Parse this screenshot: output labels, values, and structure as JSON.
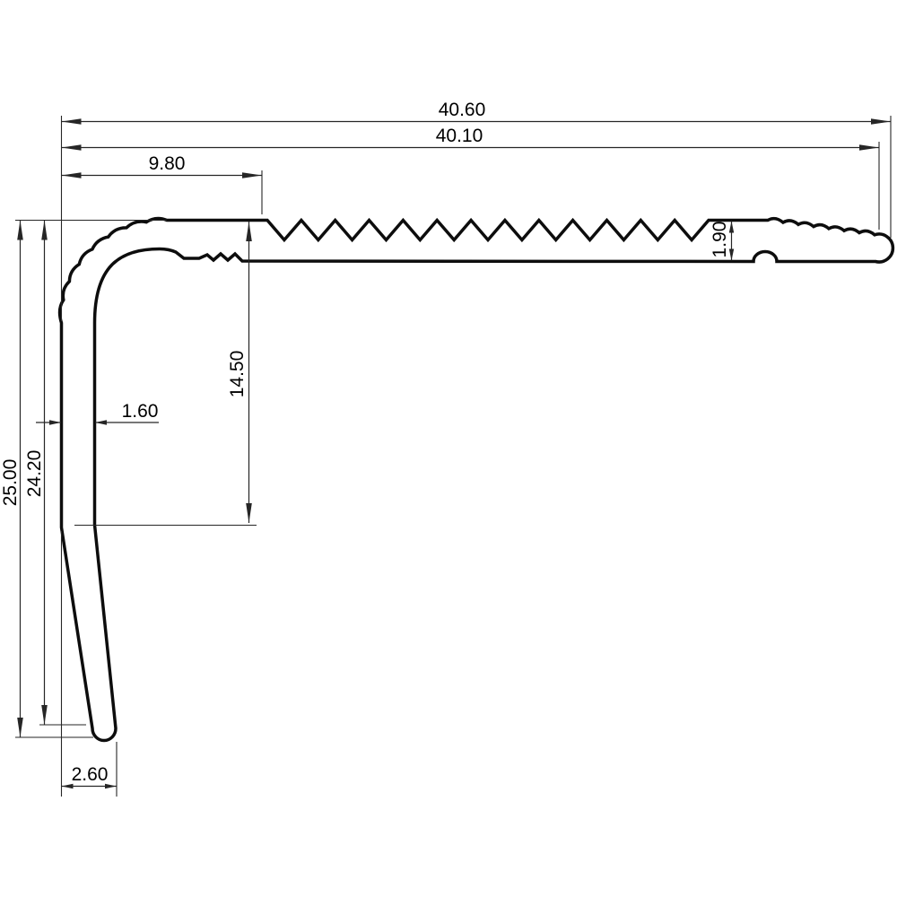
{
  "drawing": {
    "background_color": "#ffffff",
    "profile_color": "#0d0d0d",
    "dimension_color": "#262626",
    "dims": {
      "overall_width": "40.60",
      "upper_width": "40.10",
      "nose_flat_width": "9.80",
      "tread_thickness": "1.90",
      "inner_drop": "14.50",
      "wall_thickness": "1.60",
      "overall_height": "25.00",
      "leg_height": "24.20",
      "foot_offset": "2.60"
    }
  }
}
